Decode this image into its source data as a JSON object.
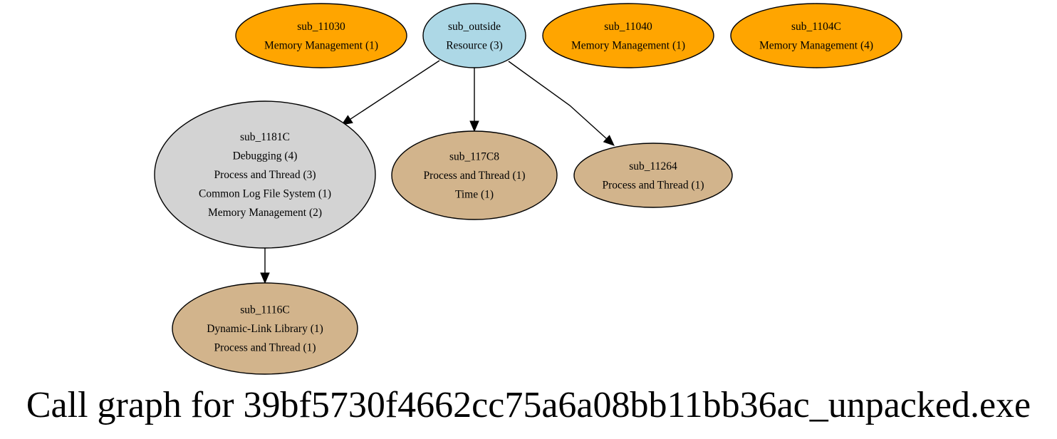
{
  "title": "Call graph for 39bf5730f4662cc75a6a08bb11bb36ac_unpacked.exe",
  "colors": {
    "orange": "#ffa500",
    "lightblue": "#add8e6",
    "lightgray": "#d3d3d3",
    "tan": "#d2b48c",
    "stroke": "#000000",
    "background": "#ffffff"
  },
  "nodes": [
    {
      "id": "sub_11030",
      "color_key": "orange",
      "lines": [
        "sub_11030",
        "Memory Management (1)"
      ]
    },
    {
      "id": "sub_outside",
      "color_key": "lightblue",
      "lines": [
        "sub_outside",
        "Resource (3)"
      ]
    },
    {
      "id": "sub_11040",
      "color_key": "orange",
      "lines": [
        "sub_11040",
        "Memory Management (1)"
      ]
    },
    {
      "id": "sub_1104C",
      "color_key": "orange",
      "lines": [
        "sub_1104C",
        "Memory Management (4)"
      ]
    },
    {
      "id": "sub_1181C",
      "color_key": "lightgray",
      "lines": [
        "sub_1181C",
        "Debugging (4)",
        "Process and Thread (3)",
        "Common Log File System (1)",
        "Memory Management (2)"
      ]
    },
    {
      "id": "sub_117C8",
      "color_key": "tan",
      "lines": [
        "sub_117C8",
        "Process and Thread (1)",
        "Time (1)"
      ]
    },
    {
      "id": "sub_11264",
      "color_key": "tan",
      "lines": [
        "sub_11264",
        "Process and Thread (1)"
      ]
    },
    {
      "id": "sub_1116C",
      "color_key": "tan",
      "lines": [
        "sub_1116C",
        "Dynamic-Link Library (1)",
        "Process and Thread (1)"
      ]
    }
  ],
  "edges": [
    {
      "from": "sub_outside",
      "to": "sub_1181C"
    },
    {
      "from": "sub_outside",
      "to": "sub_117C8"
    },
    {
      "from": "sub_outside",
      "to": "sub_11264"
    },
    {
      "from": "sub_1181C",
      "to": "sub_1116C"
    }
  ]
}
